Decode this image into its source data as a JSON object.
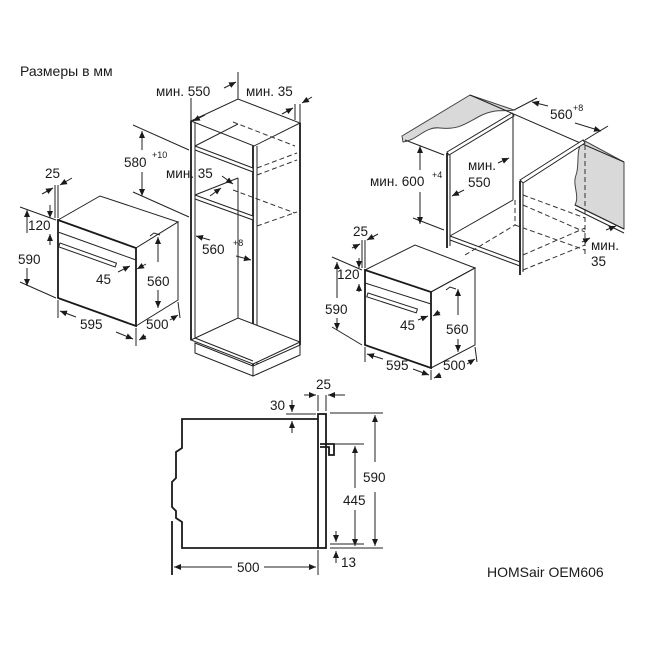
{
  "title": "Размеры в мм",
  "brand_label": "HOMSair OEM606",
  "column_cabinet": {
    "depth_label": "мин. 550",
    "rear_gap_label": "мин. 35",
    "niche_height_main": "580",
    "niche_height_tol": "+10",
    "shelf_gap_label": "мин. 35",
    "niche_width_main": "560",
    "niche_width_tol": "+8"
  },
  "oven_left": {
    "frame_offset": "25",
    "panel_height": "120",
    "total_height": "590",
    "handle_offset": "45",
    "body_height": "560",
    "width": "595",
    "depth": "500"
  },
  "undercounter_cabinet": {
    "niche_width_main": "560",
    "niche_width_tol": "+8",
    "niche_height_prefix": "мин.",
    "niche_height_main": "600",
    "niche_height_tol": "+4",
    "depth_label_line1": "мин.",
    "depth_label_line2": "550",
    "rear_gap_line1": "мин.",
    "rear_gap_line2": "35"
  },
  "oven_right": {
    "frame_offset": "25",
    "panel_height": "120",
    "total_height": "590",
    "handle_offset": "45",
    "body_height": "560",
    "width": "595",
    "depth": "500"
  },
  "side_view": {
    "front_thickness": "25",
    "top_offset": "30",
    "total_height": "590",
    "handle_height": "445",
    "bottom_offset": "13",
    "depth": "500"
  },
  "colors": {
    "line": "#1a1a1a",
    "countertop": "#d9d9d9",
    "background": "#ffffff"
  }
}
